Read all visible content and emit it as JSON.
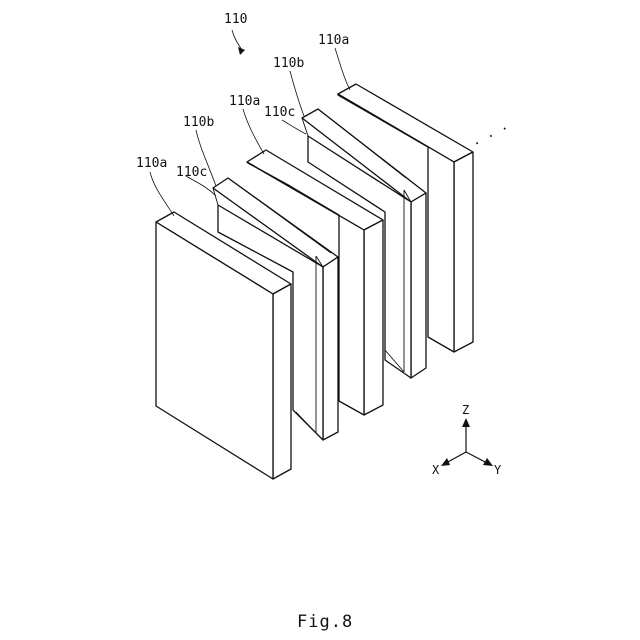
{
  "figure": {
    "caption": "Fig.8",
    "assembly_ref": "110",
    "refs": {
      "plate_a_front": "110a",
      "sep_b_front": "110b",
      "sep_c_front": "110c",
      "plate_a_middle": "110a",
      "sep_b_back": "110b",
      "sep_c_back": "110c",
      "plate_a_back": "110a"
    },
    "continuation": "· · ·",
    "axes": {
      "z": "Z",
      "x": "X",
      "y": "Y"
    },
    "colors": {
      "line": "#111111",
      "background": "#ffffff"
    }
  }
}
